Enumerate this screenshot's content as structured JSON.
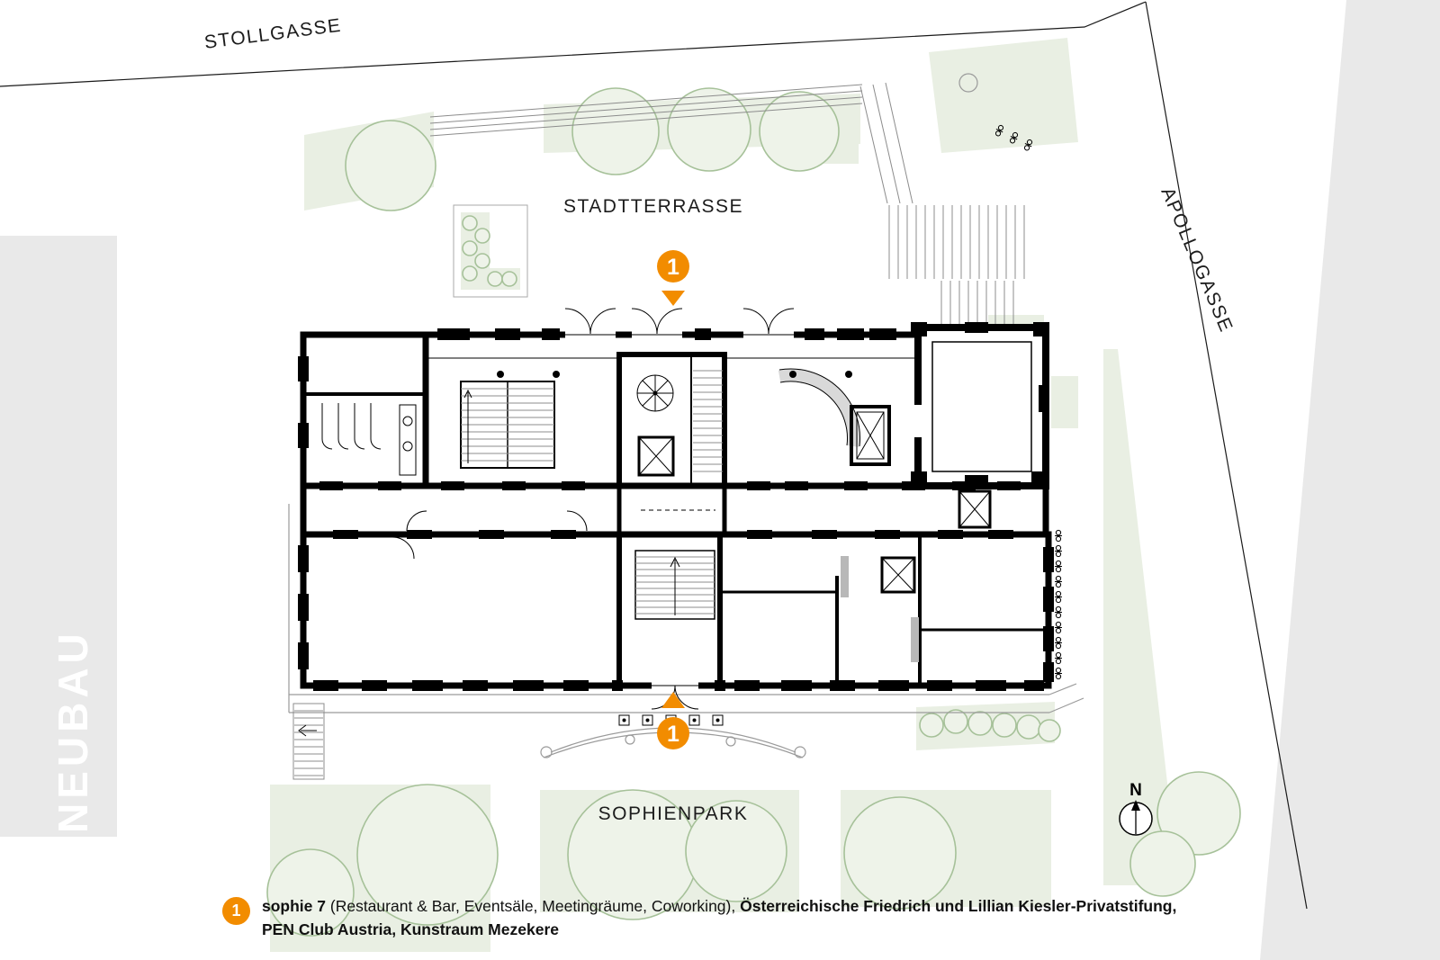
{
  "colors": {
    "accent_orange": "#F28C00",
    "street_gray": "#E9E9E9",
    "park_green_fill": "#E9EFE3",
    "tree_outline": "#A6C199",
    "wall_black": "#000000",
    "background": "#FFFFFF"
  },
  "plan": {
    "street_labels": {
      "stollgasse": "STOLLGASSE",
      "apollogasse": "APOLLOGASSE"
    },
    "area_labels": {
      "stadtterrasse": "STADTTERRASSE",
      "sophienpark": "SOPHIENPARK",
      "neubau": "NEUBAU"
    },
    "compass": {
      "north_label": "N"
    },
    "markers": {
      "top_entrance": "1",
      "bottom_entrance": "1"
    }
  },
  "legend": {
    "marker": "1",
    "tenant_name": "sophie 7",
    "tenant_detail": "(Restaurant & Bar, Eventsäle, Meetingräume, Coworking),",
    "org_line": "Österreichische Friedrich und Lillian Kiesler-Privatstifung,",
    "line2": "PEN Club Austria, Kunstraum Mezekere"
  }
}
